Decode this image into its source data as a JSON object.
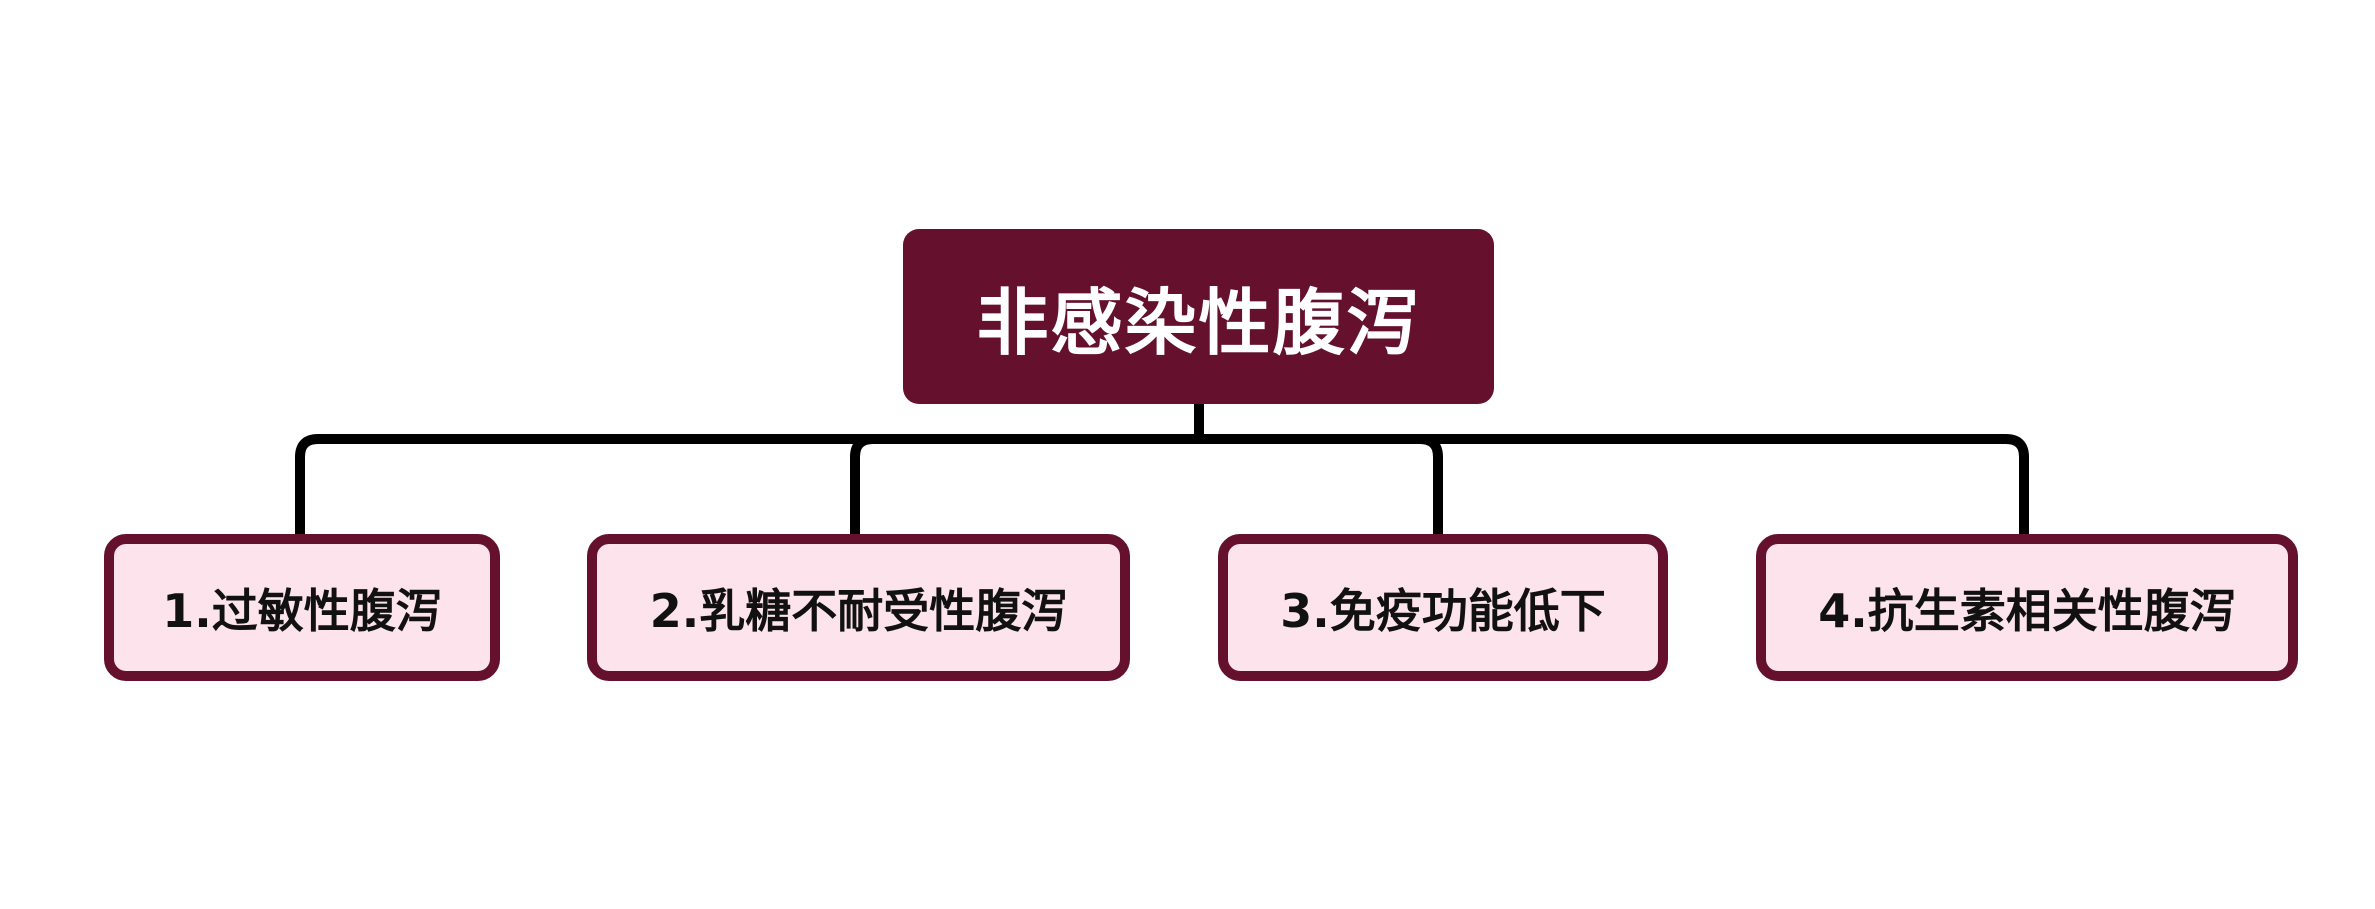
{
  "colors": {
    "root_fill": "#65102c",
    "child_fill": "#fde4ec",
    "child_border": "#65102c",
    "connector": "#000000"
  },
  "root": {
    "label": "非感染性腹泻"
  },
  "children": [
    {
      "label": "1.过敏性腹泻"
    },
    {
      "label": "2.乳糖不耐受性腹泻"
    },
    {
      "label": "3.免疫功能低下"
    },
    {
      "label": "4.抗生素相关性腹泻"
    }
  ]
}
